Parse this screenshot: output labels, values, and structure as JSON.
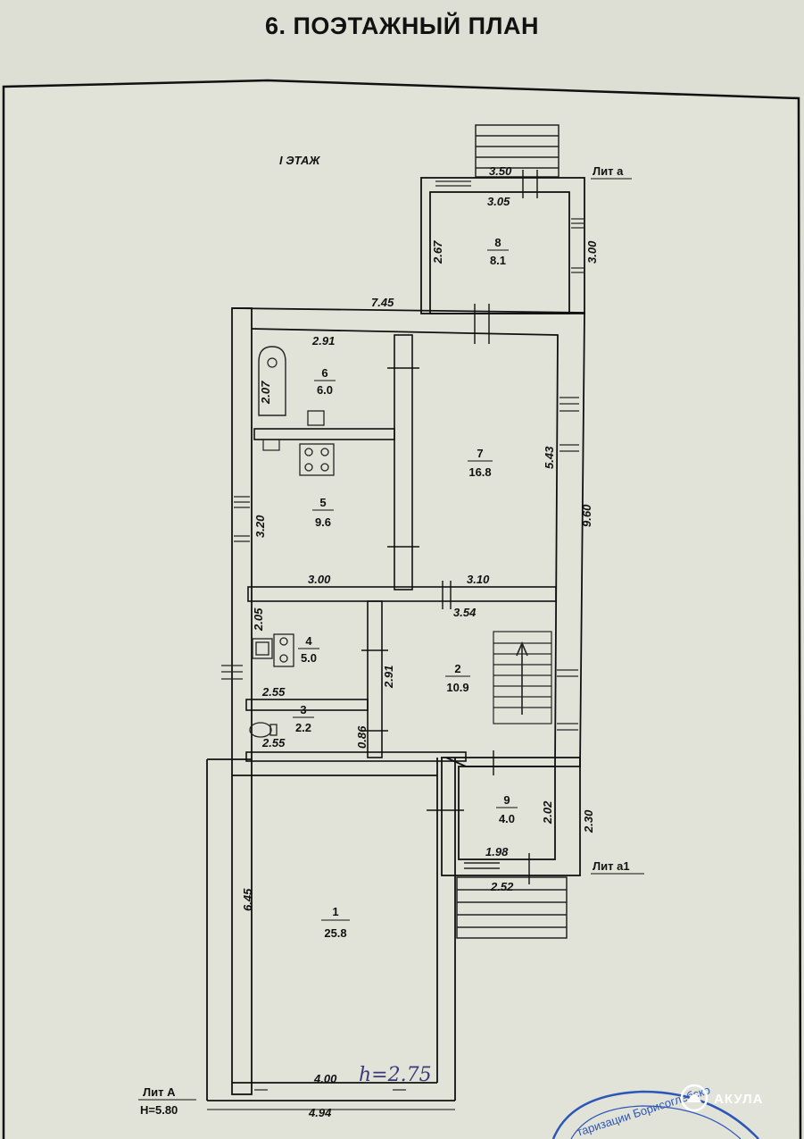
{
  "title": "6. ПОЭТАЖНЫЙ ПЛАН",
  "floor_label": "I ЭТАЖ",
  "lit_a": "Лит а",
  "lit_a1": "Лит а1",
  "lit_A": "Лит А",
  "height_main": "H=5.80",
  "handwritten_height": "h=2.75",
  "rooms": [
    {
      "number": "1",
      "area": "25.8"
    },
    {
      "number": "2",
      "area": "10.9"
    },
    {
      "number": "3",
      "area": "2.2"
    },
    {
      "number": "4",
      "area": "5.0"
    },
    {
      "number": "5",
      "area": "9.6"
    },
    {
      "number": "6",
      "area": "6.0"
    },
    {
      "number": "7",
      "area": "16.8"
    },
    {
      "number": "8",
      "area": "8.1"
    },
    {
      "number": "9",
      "area": "4.0"
    }
  ],
  "dimensions": {
    "d350": "3.50",
    "d305": "3.05",
    "d267": "2.67",
    "d300a": "3.00",
    "d745": "7.45",
    "d291a": "2.91",
    "d207": "2.07",
    "d543": "5.43",
    "d960": "9.60",
    "d320": "3.20",
    "d300b": "3.00",
    "d310": "3.10",
    "d354": "3.54",
    "d205": "2.05",
    "d291b": "2.91",
    "d255a": "2.55",
    "d086": "0.86",
    "d255b": "2.55",
    "d202": "2.02",
    "d230": "2.30",
    "d198": "1.98",
    "d252": "2.52",
    "d645": "6.45",
    "d400": "4.00",
    "d494": "4.94"
  },
  "watermark": "АКУЛА",
  "stamp_text": "таризации Борисоглебско"
}
